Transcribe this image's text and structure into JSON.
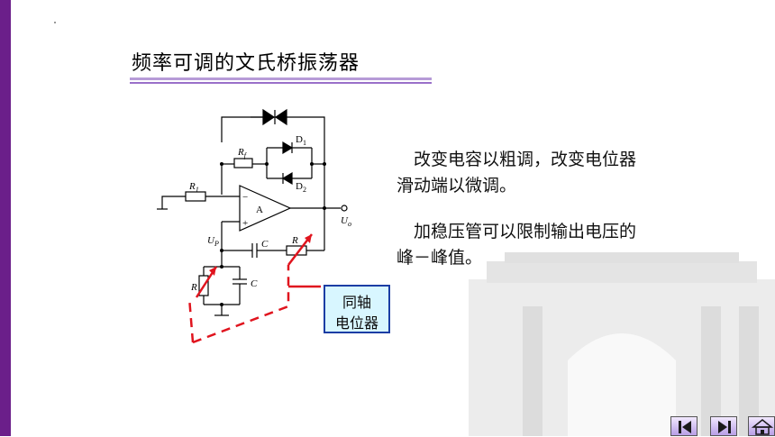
{
  "title": "频率可调的文氏桥振荡器",
  "paragraphs": [
    "改变电容以粗调，改变电位器滑动端以微调。",
    "加稳压管可以限制输出电压的峰－峰值。"
  ],
  "callout": {
    "line1": "同轴",
    "line2": "电位器"
  },
  "circuit_labels": {
    "rf": "R",
    "rf_sub": "f",
    "r1": "R",
    "r1_sub": "1",
    "d1": "D",
    "d1_sub": "1",
    "d2": "D",
    "d2_sub": "2",
    "amp": "A",
    "minus": "−",
    "plus": "+",
    "uo": "U",
    "uo_sub": "o",
    "up": "U",
    "up_sub": "P",
    "c_top": "C",
    "r_top": "R",
    "r_bottom": "R",
    "c_bottom": "C"
  },
  "colors": {
    "accent": "#6b1f8a",
    "arrow": "#e0141e",
    "callout_border": "#1b3da4",
    "callout_fill": "#d8f6ff"
  },
  "nav": {
    "first_icon": "skip-first-icon",
    "last_icon": "skip-last-icon",
    "home_icon": "home-icon"
  }
}
